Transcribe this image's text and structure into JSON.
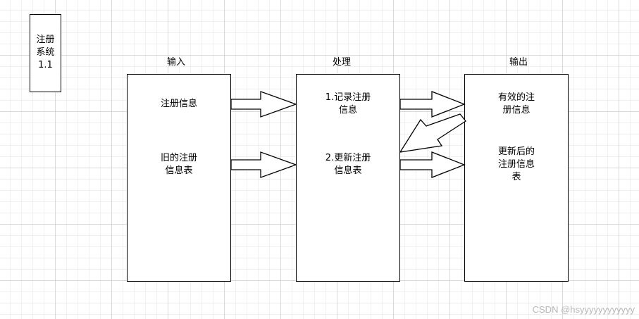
{
  "system_box": {
    "label": "注册\n系统\n1.1"
  },
  "columns": {
    "input": {
      "header": "输入",
      "items": [
        "注册信息",
        "旧的注册\n信息表"
      ]
    },
    "process": {
      "header": "处理",
      "items": [
        "1.记录注册\n信息",
        "2.更新注册\n信息表"
      ]
    },
    "output": {
      "header": "输出",
      "items": [
        "有效的注\n册信息",
        "更新后的\n注册信息\n表"
      ]
    }
  },
  "watermark": "CSDN @hsyyyyyyyyyyyy"
}
